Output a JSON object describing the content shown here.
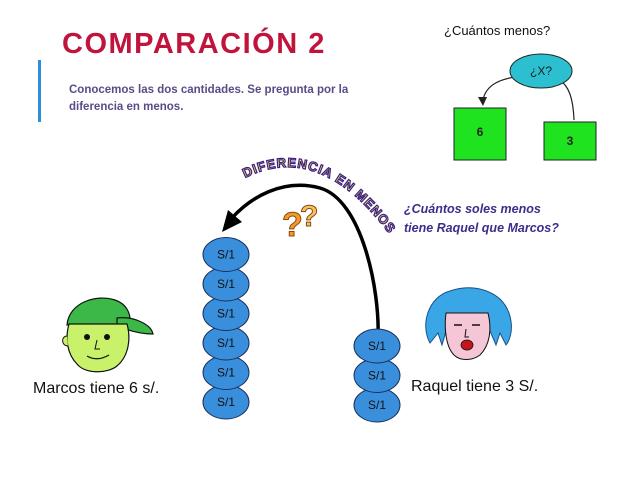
{
  "slide": {
    "title": "COMPARACIÓN 2",
    "subtitle": "Conocemos las dos cantidades. Se pregunta por la diferencia en menos.",
    "question": "¿Cuántos menos?",
    "question_detail_line1": "¿Cuántos soles menos",
    "question_detail_line2": "tiene Raquel que Marcos?",
    "arc_label": "DIFERENCIA EN MENOS"
  },
  "tree": {
    "root_label": "¿X?",
    "left_label": "6",
    "right_label": "3"
  },
  "coins": {
    "unit_label": "S/1",
    "marcos_count": 6,
    "raquel_count": 3
  },
  "people": {
    "marcos_caption": "Marcos tiene 6 s/.",
    "raquel_caption": "Raquel tiene 3 S/."
  },
  "colors": {
    "title": "#c0143c",
    "coin_fill": "#3a8fdc",
    "tree_root": "#2bbfd0",
    "tree_box": "#1ee31e",
    "marcos_face": "#c9f26a",
    "marcos_cap": "#3cb848",
    "raquel_hair": "#39a6e6",
    "raquel_face": "#f5c6d6"
  }
}
